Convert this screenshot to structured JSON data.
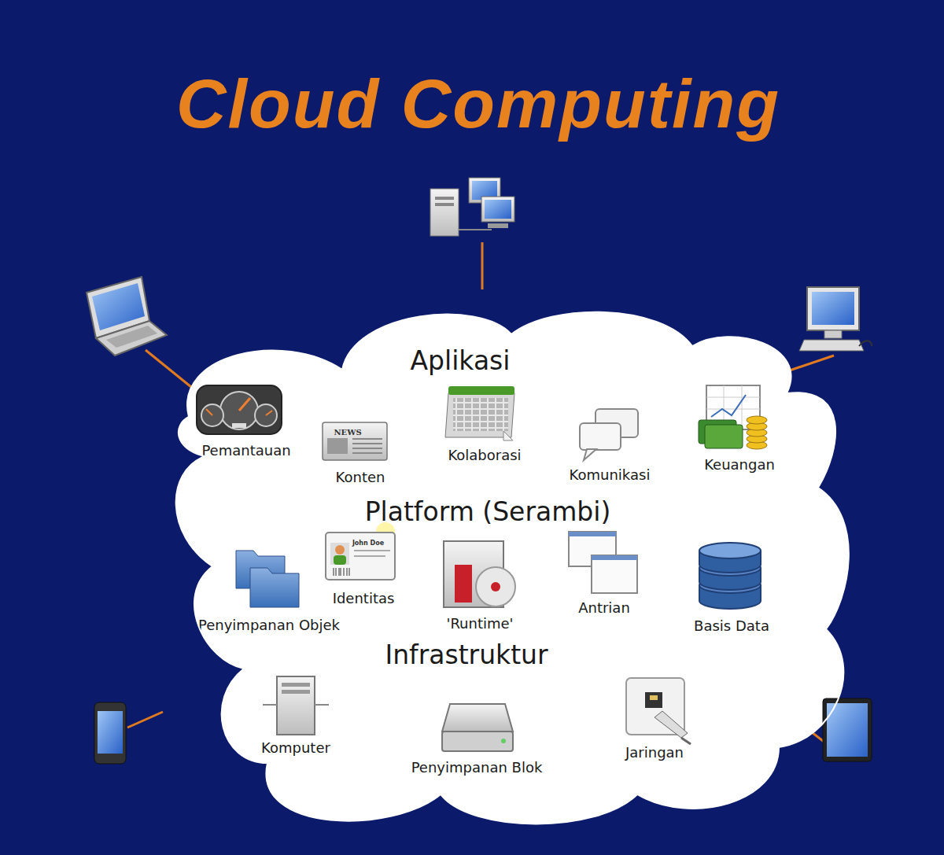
{
  "diagram": {
    "title": "Cloud Computing",
    "nodes": [
      {
        "text": [
          "Aplikasi",
          "Platform (Serambi)",
          "Infrastruktur"
        ]
      }
    ],
    "labels": [
      "Pemantauan",
      "NEWS",
      "Konten",
      "Kolaborasi",
      "Komunikasi",
      "Keuangan",
      "John Doe",
      "Identitas",
      "Antrian",
      "Penyimpanan Objek",
      "'Runtime'",
      "Basis Data",
      "Komputer",
      "Penyimpanan Blok",
      "Jaringan"
    ]
  }
}
